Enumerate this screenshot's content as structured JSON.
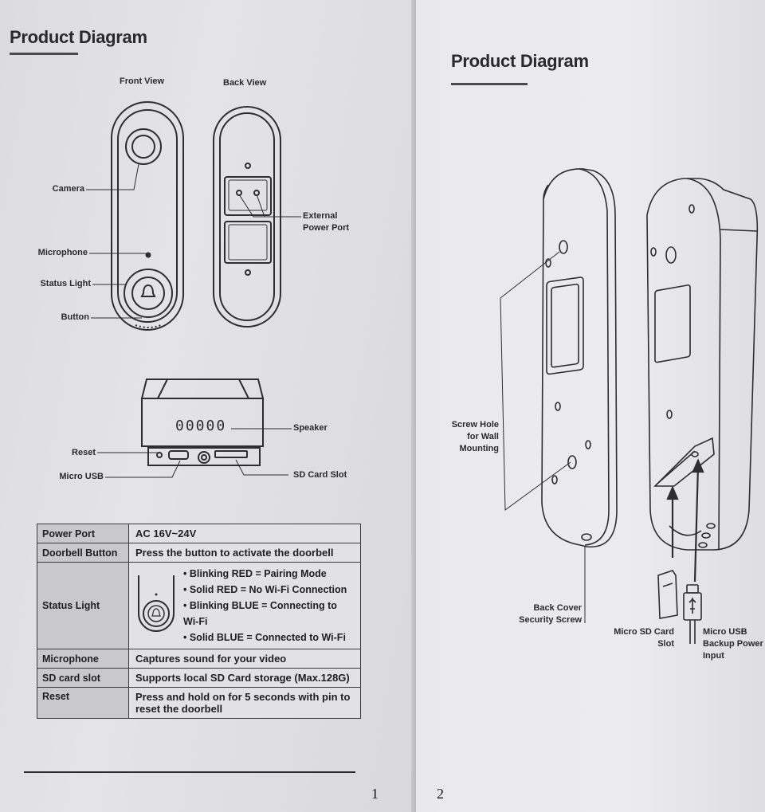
{
  "left_page": {
    "title": "Product Diagram",
    "front_view_label": "Front View",
    "back_view_label": "Back View",
    "labels": {
      "camera": "Camera",
      "microphone": "Microphone",
      "status_light": "Status Light",
      "button": "Button",
      "external_power_port": "External Power Port",
      "speaker": "Speaker",
      "reset": "Reset",
      "micro_usb": "Micro USB",
      "sd_card_slot": "SD Card Slot"
    },
    "speaker_holes": "00000",
    "spec_table": [
      {
        "key": "Power Port",
        "value": "AC 16V~24V"
      },
      {
        "key": "Doorbell Button",
        "value": "Press the button to activate the doorbell"
      },
      {
        "key": "Status Light",
        "items": [
          "• Blinking RED = Pairing Mode",
          "• Solid RED = No Wi-Fi Connection",
          "• Blinking BLUE = Connecting to Wi-Fi",
          "• Solid BLUE = Connected to Wi-Fi"
        ]
      },
      {
        "key": "Microphone",
        "value": "Captures sound for your video"
      },
      {
        "key": "SD card slot",
        "value": "Supports local SD Card storage (Max.128G)"
      },
      {
        "key": "Reset",
        "value": "Press and hold on for 5 seconds with pin to reset the doorbell"
      }
    ],
    "page_number": "1"
  },
  "right_page": {
    "title": "Product Diagram",
    "labels": {
      "screw_hole": "Screw Hole for Wall Mounting",
      "back_cover_screw": "Back Cover Security Screw",
      "micro_sd_slot": "Micro SD Card Slot",
      "micro_usb_power": "Micro USB Backup Power Input"
    },
    "page_number": "2"
  }
}
